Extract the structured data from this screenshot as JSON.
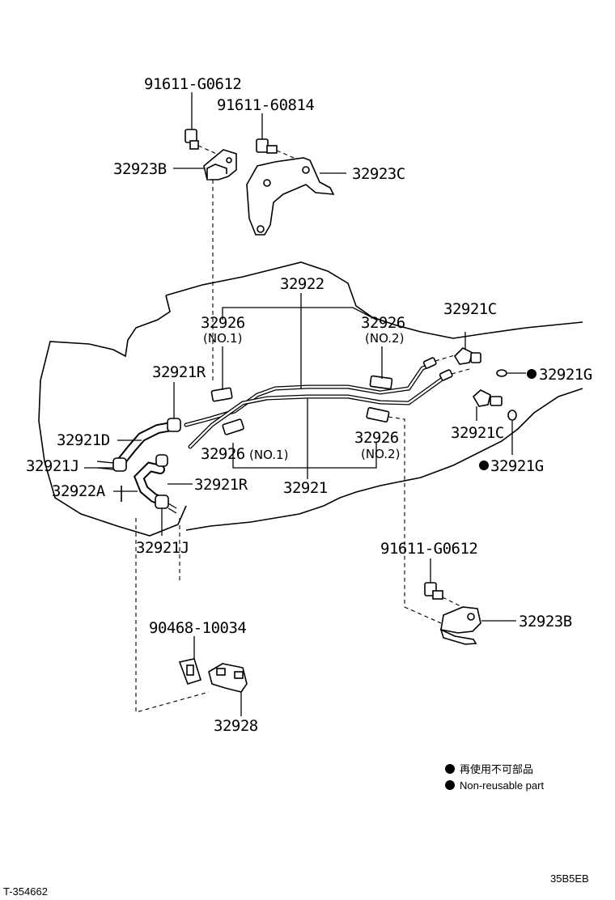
{
  "labels": {
    "p_91611_G0612_top": "91611-G0612",
    "p_91611_60814": "91611-60814",
    "p_32923B_top": "32923B",
    "p_32923C": "32923C",
    "p_32922": "32922",
    "p_32926_no1_top": "32926",
    "p_32926_no1_top_sub": "(NO.1)",
    "p_32926_no2_top": "32926",
    "p_32926_no2_top_sub": "(NO.2)",
    "p_32921C_top": "32921C",
    "p_32921G_top": "32921G",
    "p_32921R_top": "32921R",
    "p_32921D": "32921D",
    "p_32921C_bottom": "32921C",
    "p_32926_no1_bottom": "32926",
    "p_32926_no1_bottom_sub": "(NO.1)",
    "p_32926_no2_bottom": "32926",
    "p_32926_no2_bottom_sub": "(NO.2)",
    "p_32921J_left": "32921J",
    "p_32921G_bottom": "32921G",
    "p_32922A": "32922A",
    "p_32921R_bottom": "32921R",
    "p_32921": "32921",
    "p_32921J_bottom": "32921J",
    "p_91611_G0612_bottom": "91611-G0612",
    "p_32923B_bottom": "32923B",
    "p_90468_10034": "90468-10034",
    "p_32928": "32928"
  },
  "legend": {
    "japanese": "再使用不可部品",
    "english": "Non-reusable part"
  },
  "footer": {
    "left_code": "T-354662",
    "right_code": "35B5EB"
  },
  "colors": {
    "ink": "#000000",
    "paper": "#ffffff"
  }
}
